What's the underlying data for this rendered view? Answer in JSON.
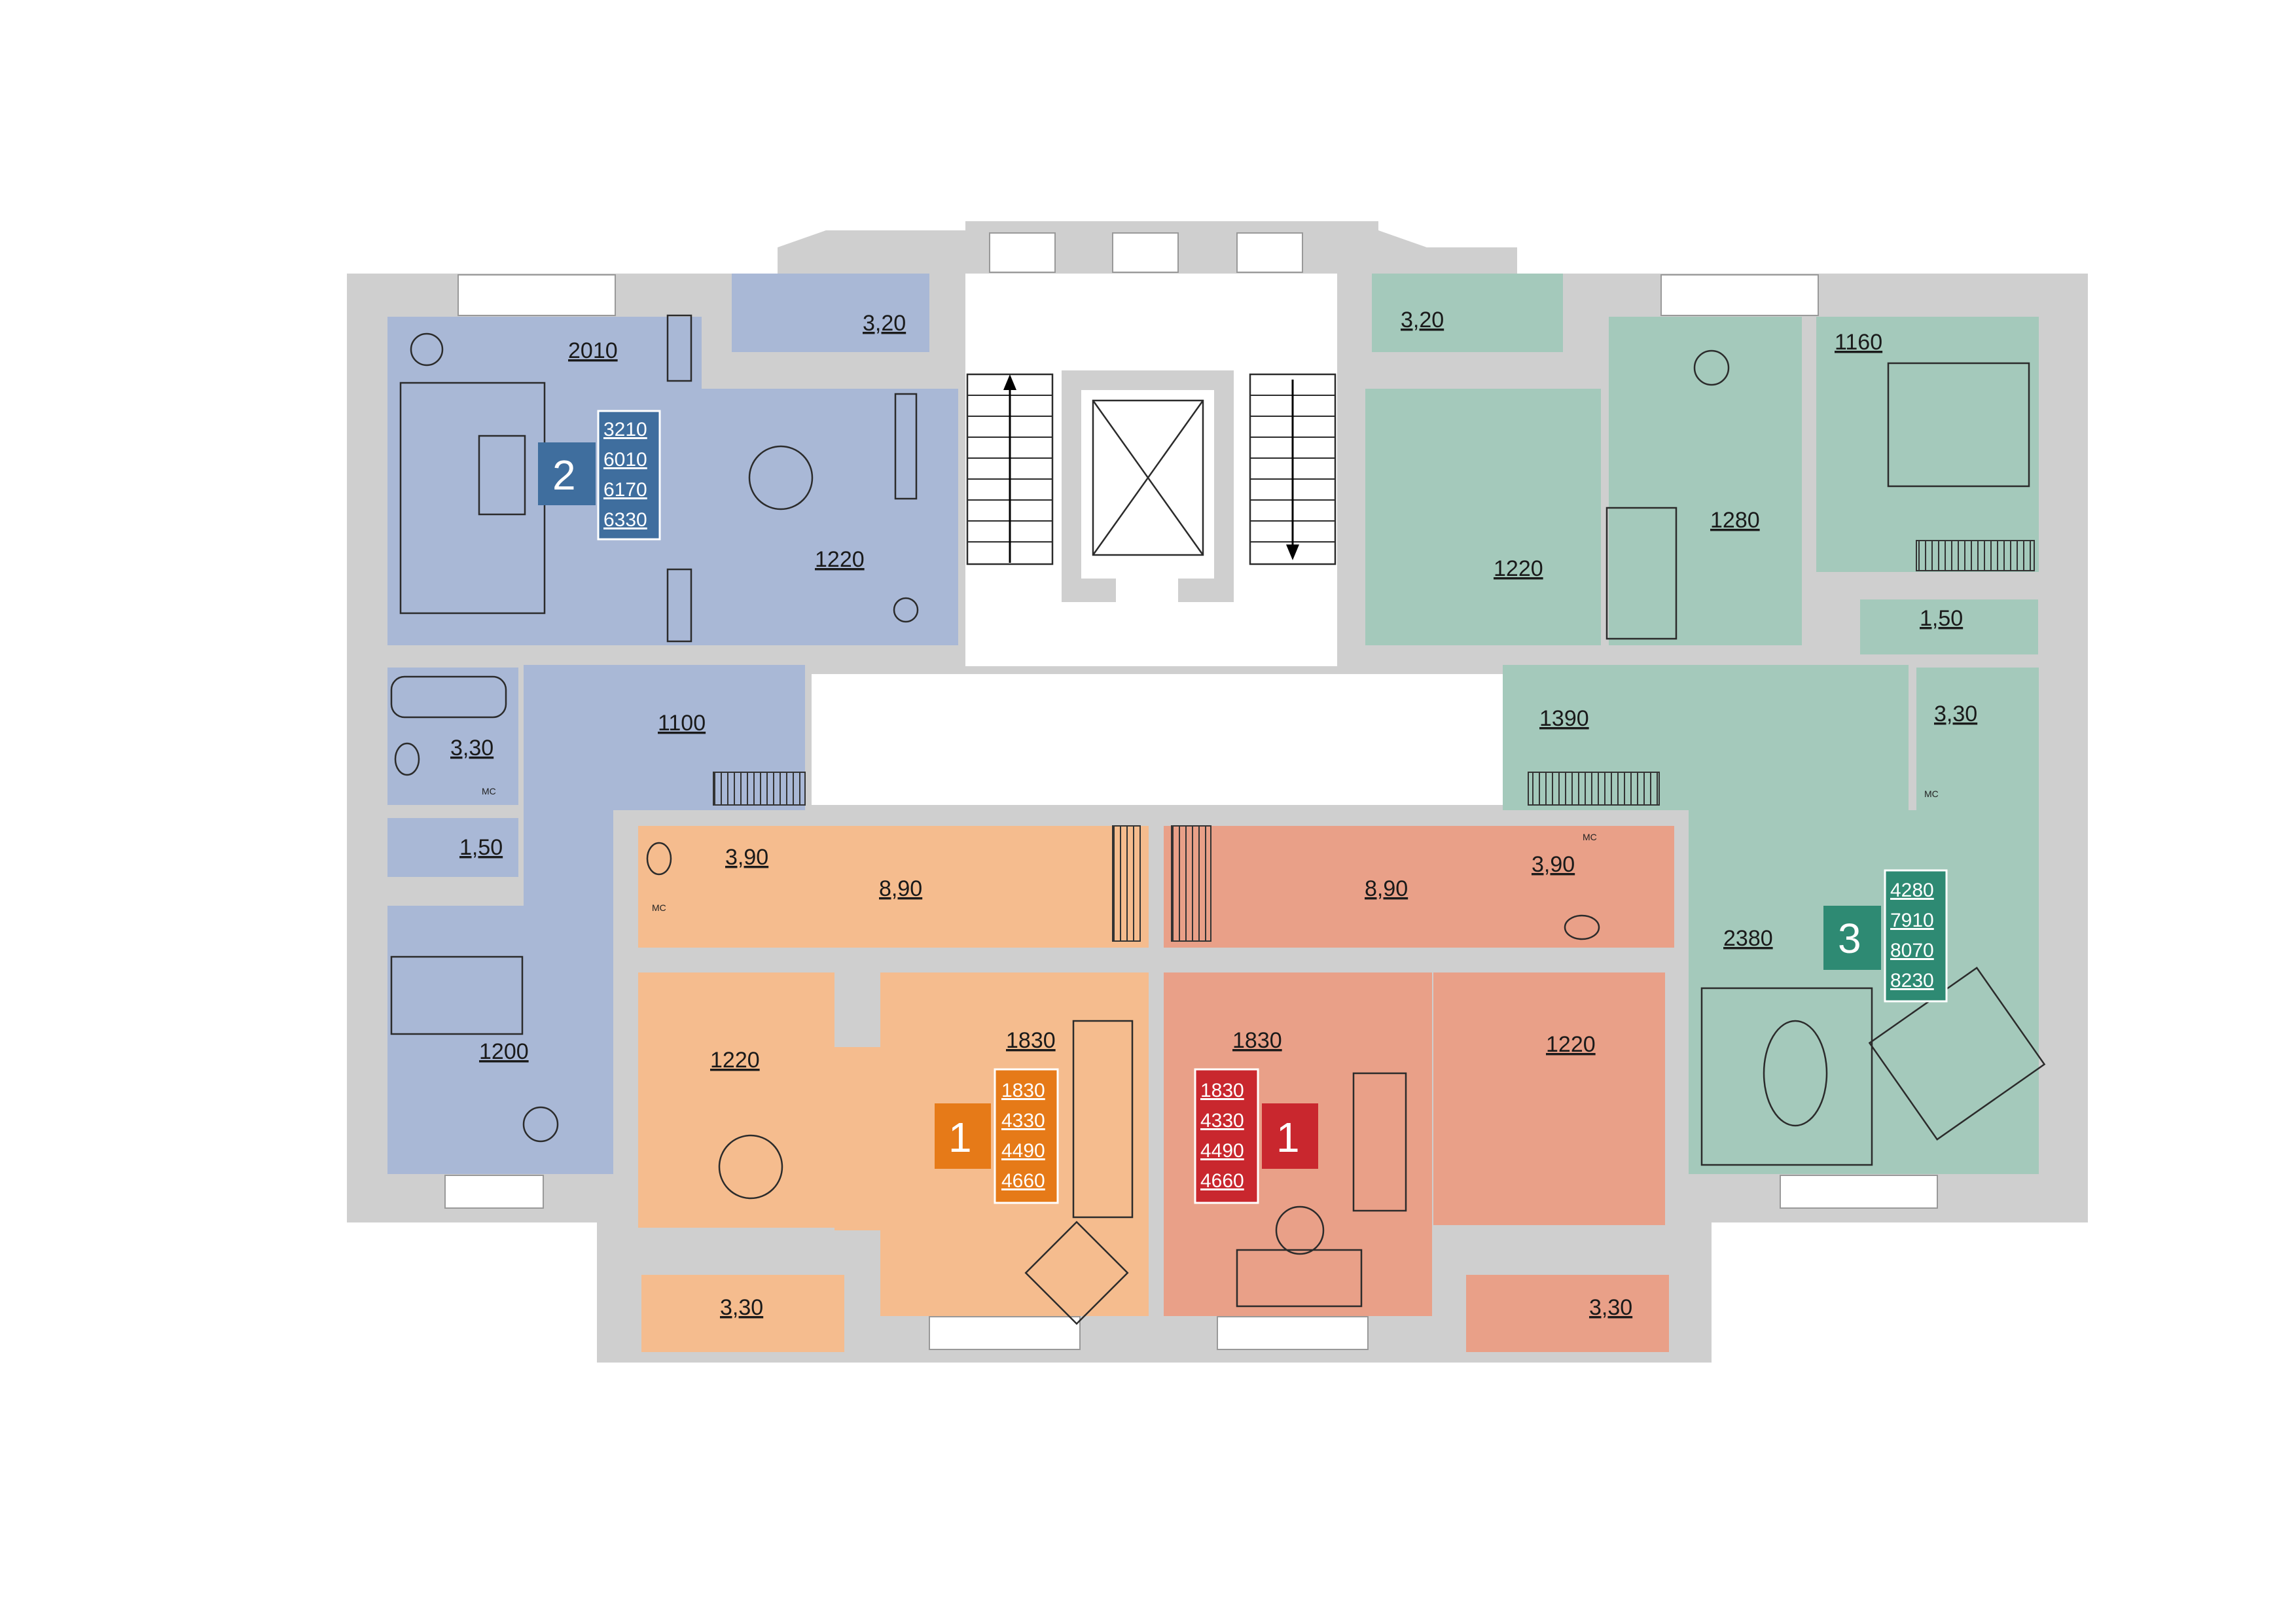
{
  "colors": {
    "wall": "#cfcfcf",
    "apt2": "#a9b8d6",
    "apt3": "#a4c9bb",
    "apt1_left": "#f5bc8e",
    "apt1_right": "#e9a088",
    "badge2": "#3f6e9e",
    "badge3": "#2e8a73",
    "badge1_left": "#e67a18",
    "badge1_right": "#c9272e"
  },
  "apartments": [
    {
      "rooms": "2",
      "stats": [
        "3210",
        "6010",
        "6170",
        "6330"
      ]
    },
    {
      "rooms": "3",
      "stats": [
        "4280",
        "7910",
        "8070",
        "8230"
      ]
    },
    {
      "rooms": "1",
      "stats": [
        "1830",
        "4330",
        "4490",
        "4660"
      ]
    },
    {
      "rooms": "1",
      "stats": [
        "1830",
        "4330",
        "4490",
        "4660"
      ]
    }
  ],
  "areas": {
    "a2_living": "2010",
    "a2_kitchen": "1220",
    "a2_balcony": "3,20",
    "a2_hall": "1100",
    "a2_bath": "3,30",
    "a2_wc": "1,50",
    "a2_bedroom": "1200",
    "a3_balcony": "3,20",
    "a3_kitchen": "1220",
    "a3_room": "1280",
    "a3_bedroom": "1160",
    "a3_wc": "1,50",
    "a3_bath": "3,30",
    "a3_hall": "1390",
    "a3_living": "2380",
    "a1l_bath": "3,90",
    "a1l_hall": "8,90",
    "a1l_kitchen": "1220",
    "a1l_room": "1830",
    "a1l_balcony": "3,30",
    "a1r_hall": "8,90",
    "a1r_bath": "3,90",
    "a1r_room": "1830",
    "a1r_kitchen": "1220",
    "a1r_balcony": "3,30"
  },
  "fixtures": {
    "wc_tag": "МС"
  }
}
